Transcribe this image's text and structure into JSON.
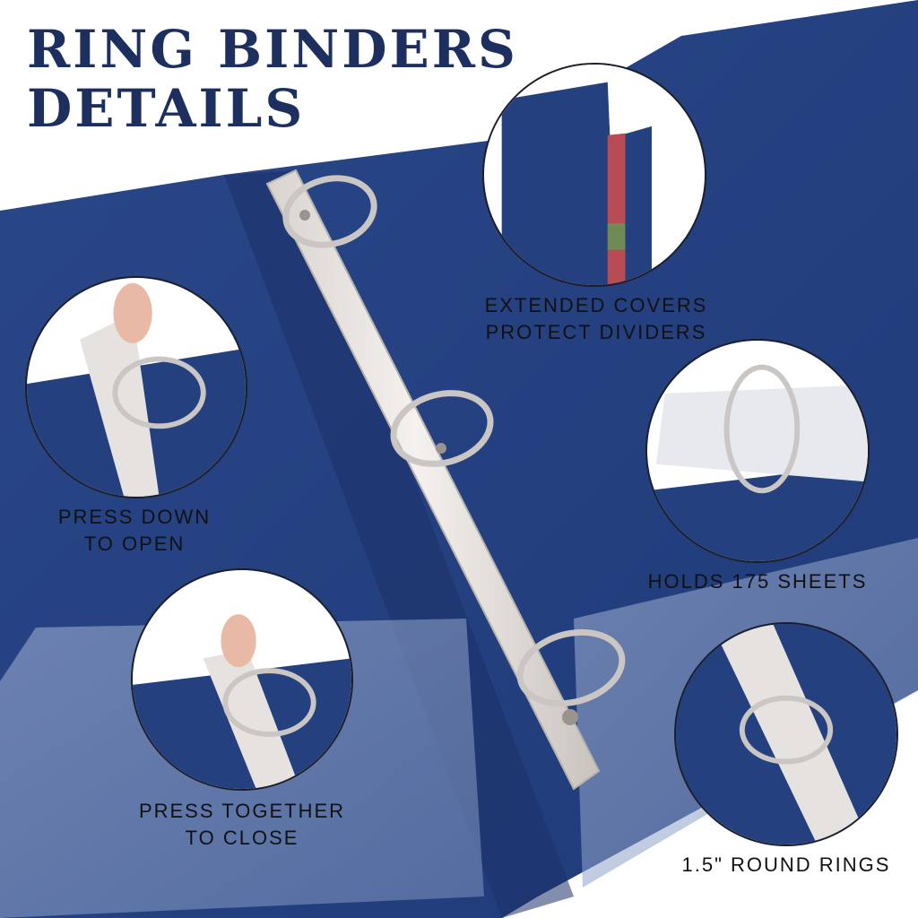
{
  "title": {
    "line1": "RING BINDERS",
    "line2": "DETAILS"
  },
  "callouts": {
    "extended_covers": {
      "line1": "EXTENDED COVERS",
      "line2": "PROTECT DIVIDERS"
    },
    "press_down": {
      "line1": "PRESS DOWN",
      "line2": "TO OPEN"
    },
    "holds_sheets": {
      "line1": "HOLDS 175 SHEETS"
    },
    "press_together": {
      "line1": "PRESS TOGETHER",
      "line2": "TO CLOSE"
    },
    "round_rings": {
      "line1": "1.5\" ROUND RINGS"
    }
  },
  "colors": {
    "binder_navy": "#24407e",
    "binder_navy_dark": "#1b3168",
    "title_navy": "#1d2f5e",
    "metal": "#e6e2df",
    "pocket": "#8ea2c8",
    "text": "#111111"
  }
}
